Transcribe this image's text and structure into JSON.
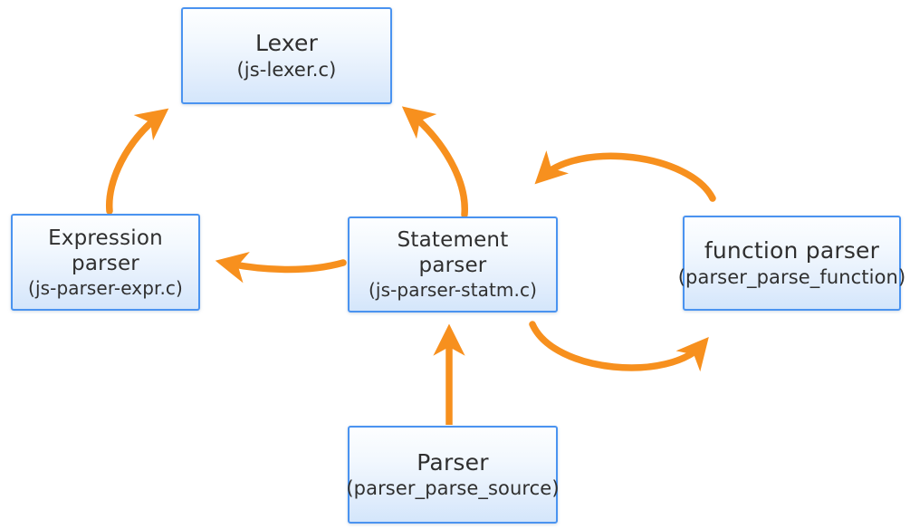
{
  "diagram": {
    "accent_arrow_color": "#F7901E",
    "node_border_color": "#4A93F0",
    "node_fill_top": "#FDFEFF",
    "node_fill_bottom": "#D4E6FB",
    "background": "#FFFFFF",
    "nodes": [
      {
        "id": "lexer",
        "title": "Lexer",
        "subtitle": "(js-lexer.c)"
      },
      {
        "id": "expression-parser",
        "title": "Expression",
        "title2": "parser",
        "subtitle": "(js-parser-expr.c)"
      },
      {
        "id": "statement-parser",
        "title": "Statement",
        "title2": "parser",
        "subtitle": "(js-parser-statm.c)"
      },
      {
        "id": "function-parser",
        "title": "function parser",
        "subtitle": "(parser_parse_function)"
      },
      {
        "id": "parser",
        "title": "Parser",
        "subtitle": "(parser_parse_source)"
      }
    ],
    "edges": [
      {
        "id": "expression-to-lexer",
        "from": "expression-parser",
        "to": "lexer",
        "style": "curved"
      },
      {
        "id": "statement-to-lexer",
        "from": "statement-parser",
        "to": "lexer",
        "style": "curved"
      },
      {
        "id": "statement-to-expression",
        "from": "statement-parser",
        "to": "expression-parser",
        "style": "curved"
      },
      {
        "id": "function-to-statement",
        "from": "function-parser",
        "to": "statement-parser",
        "style": "arc-over"
      },
      {
        "id": "statement-to-function",
        "from": "statement-parser",
        "to": "function-parser",
        "style": "arc-under"
      },
      {
        "id": "parser-to-statement",
        "from": "parser",
        "to": "statement-parser",
        "style": "straight"
      }
    ]
  }
}
